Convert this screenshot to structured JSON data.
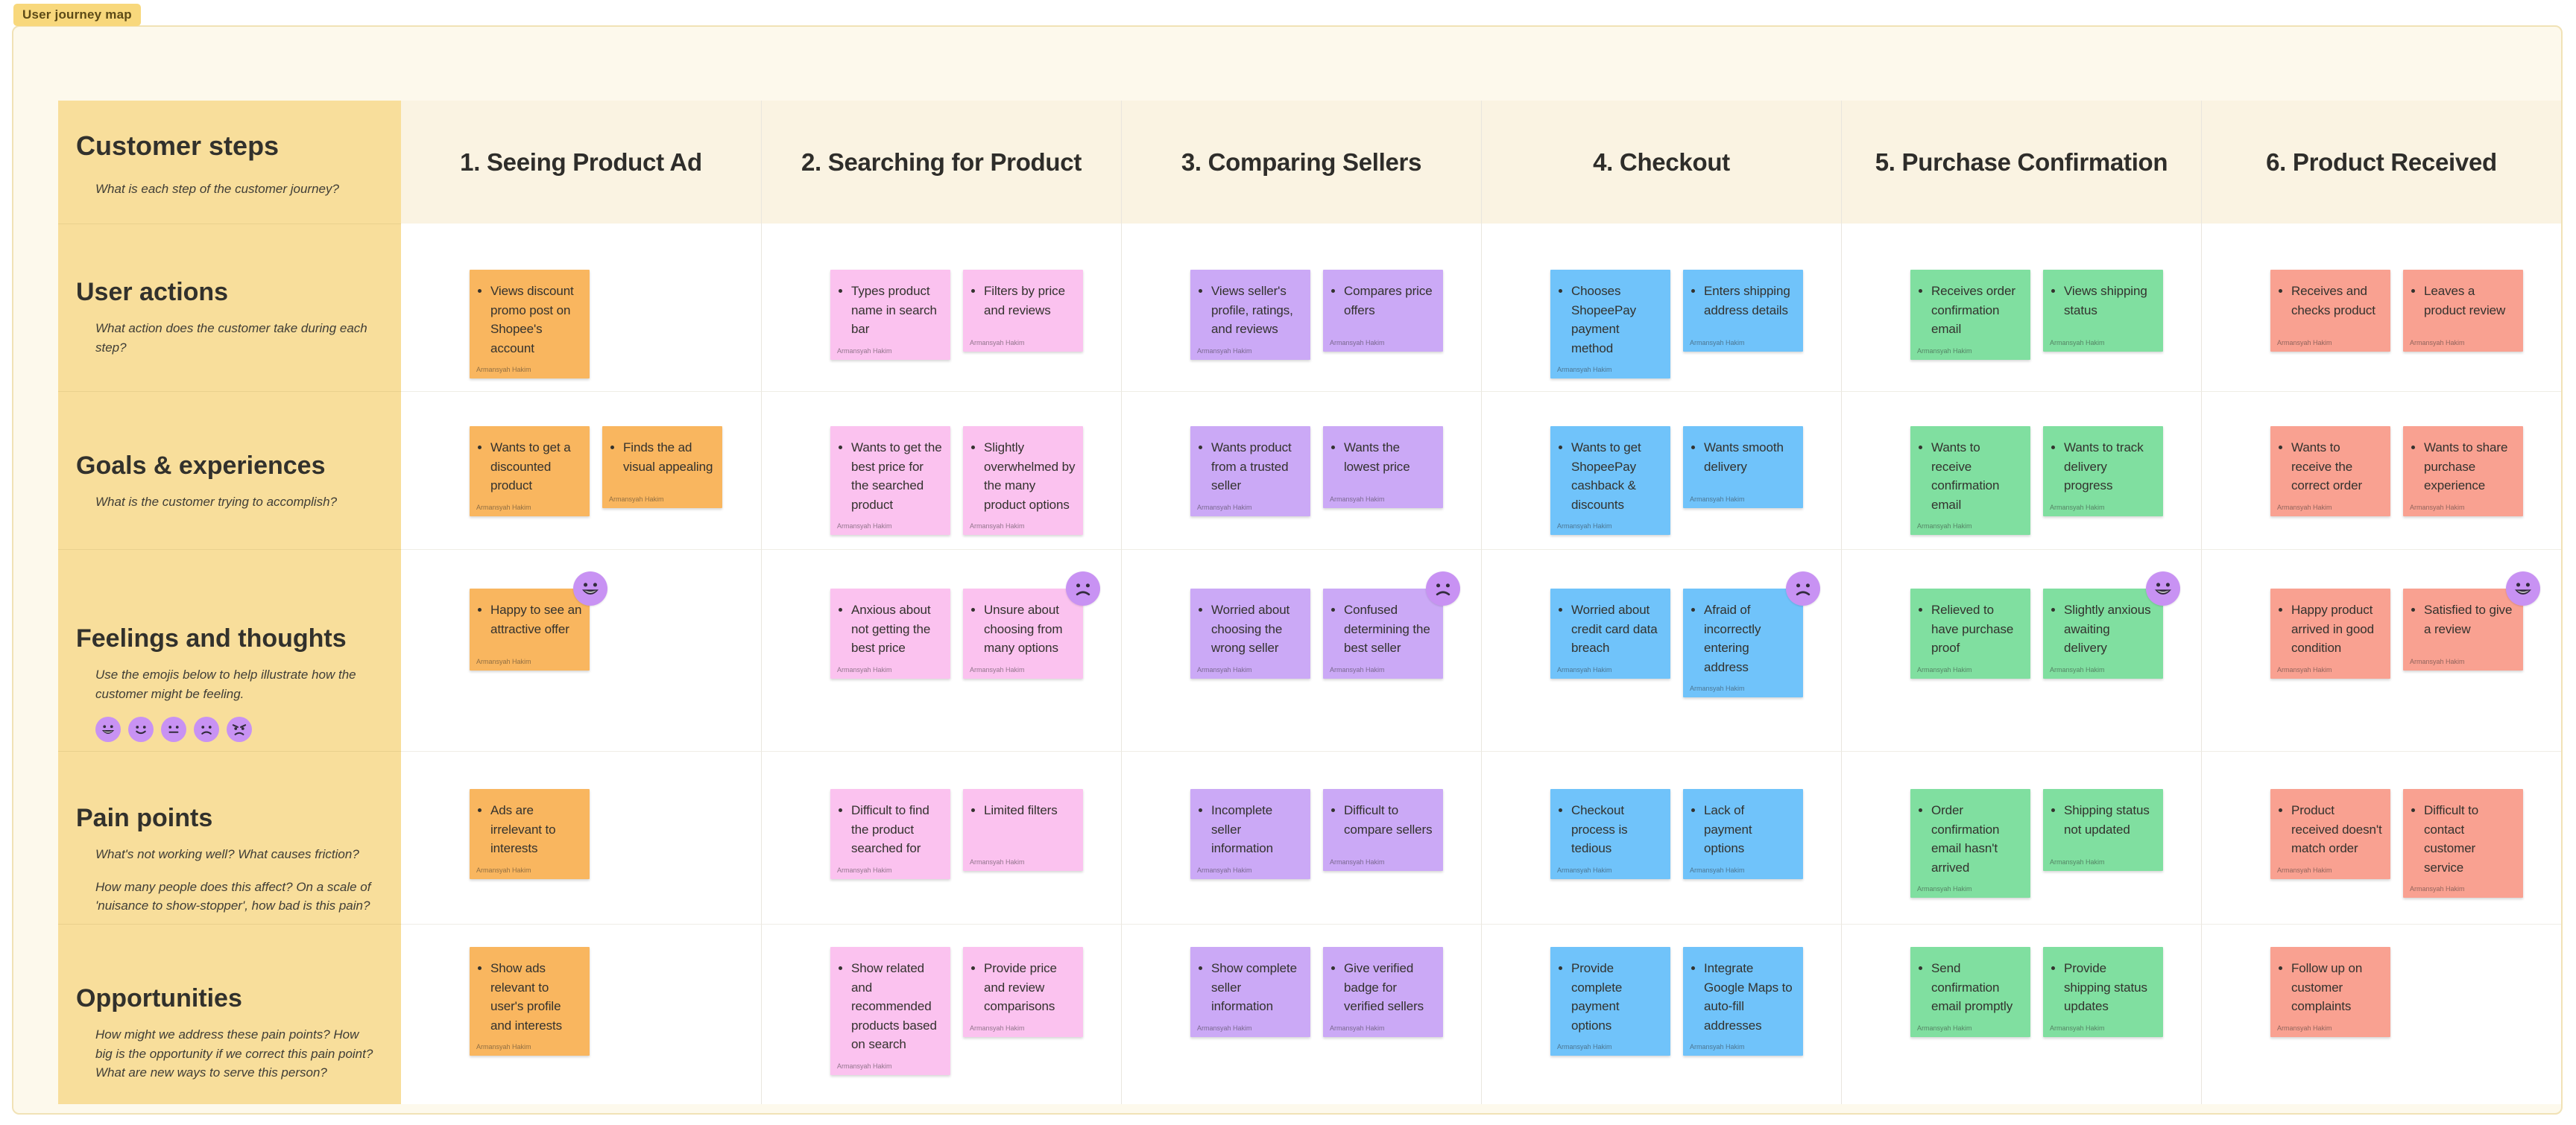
{
  "canvas": {
    "tab_label": "User journey map"
  },
  "colors": {
    "section_bg": "#fdf9ec",
    "section_border": "#f1e2b6",
    "tab_bg": "#f8d87c",
    "header_row_bg": "#faf3e2",
    "row_header_bg": "#f8de9b",
    "emoji_bg": "#c892f3",
    "emoji_features": "#322b3d",
    "sticky_colors": {
      "step1": "#f9b65f",
      "step2": "#fbc2ef",
      "step3": "#cba9f6",
      "step4": "#70c3fa",
      "step5": "#80dfa0",
      "step6": "#f9a191"
    }
  },
  "table": {
    "corner": {
      "title": "Customer steps",
      "subtitle": "What is each step of the customer journey?"
    },
    "columns": [
      {
        "label": "1. Seeing Product Ad",
        "color_key": "step1"
      },
      {
        "label": "2. Searching for Product",
        "color_key": "step2"
      },
      {
        "label": "3. Comparing Sellers",
        "color_key": "step3"
      },
      {
        "label": "4. Checkout",
        "color_key": "step4"
      },
      {
        "label": "5. Purchase Confirmation",
        "color_key": "step5"
      },
      {
        "label": "6. Product Received",
        "color_key": "step6"
      }
    ],
    "sticky_author": "Armansyah Hakim",
    "rows": [
      {
        "key": "user_actions",
        "title": "User actions",
        "subtitles": [
          "What action does the customer take during each step?"
        ],
        "cells": [
          [
            "Views discount promo post on Shopee's account"
          ],
          [
            "Types product name in search bar",
            "Filters by price and reviews"
          ],
          [
            "Views seller's profile, ratings, and reviews",
            "Compares price offers"
          ],
          [
            "Chooses ShopeePay payment method",
            "Enters shipping address details"
          ],
          [
            "Receives order confirmation email",
            "Views shipping status"
          ],
          [
            "Receives and checks product",
            "Leaves a product review"
          ]
        ]
      },
      {
        "key": "goals",
        "title": "Goals & experiences",
        "subtitles": [
          "What is the customer trying to accomplish?"
        ],
        "cells": [
          [
            "Wants to get a discounted product",
            "Finds the ad visual appealing"
          ],
          [
            "Wants to get the best price for the searched product",
            "Slightly overwhelmed by the many product options"
          ],
          [
            "Wants product from a trusted seller",
            "Wants the lowest price"
          ],
          [
            "Wants to get ShopeePay cashback & discounts",
            "Wants smooth delivery"
          ],
          [
            "Wants to receive confirmation email",
            "Wants to track delivery progress"
          ],
          [
            "Wants to receive the correct order",
            "Wants to share purchase experience"
          ]
        ]
      },
      {
        "key": "feelings",
        "title": "Feelings and thoughts",
        "subtitles": [
          "Use the emojis below to help illustrate how the customer might be feeling."
        ],
        "legend_emojis": [
          "grin",
          "smile",
          "neutral",
          "frown",
          "angry"
        ],
        "corner_emojis": [
          "grin",
          "frown",
          "frown",
          "frown",
          "grin",
          "grin"
        ],
        "cells": [
          [
            "Happy to see an attractive offer"
          ],
          [
            "Anxious about not getting the best price",
            "Unsure about choosing from many options"
          ],
          [
            "Worried about choosing the wrong seller",
            "Confused determining the best seller"
          ],
          [
            "Worried about credit card data breach",
            "Afraid of incorrectly entering address"
          ],
          [
            "Relieved to have purchase proof",
            "Slightly anxious awaiting delivery"
          ],
          [
            "Happy product arrived in good condition",
            "Satisfied to give a review"
          ]
        ]
      },
      {
        "key": "pain_points",
        "title": "Pain points",
        "subtitles": [
          "What's not working well? What causes friction?",
          "How many people does this affect? On a scale of 'nuisance to show-stopper', how bad is this pain?"
        ],
        "cells": [
          [
            "Ads are irrelevant to interests"
          ],
          [
            "Difficult to find the product searched for",
            "Limited filters"
          ],
          [
            "Incomplete seller information",
            "Difficult to compare sellers"
          ],
          [
            "Checkout process is tedious",
            "Lack of payment options"
          ],
          [
            "Order confirmation email hasn't arrived",
            "Shipping status not updated"
          ],
          [
            "Product received doesn't match order",
            "Difficult to contact customer service"
          ]
        ]
      },
      {
        "key": "opportunities",
        "title": "Opportunities",
        "subtitles": [
          "How might we address these pain points? How big is the opportunity if we correct this pain point?\nWhat are new ways to serve this person?"
        ],
        "cells": [
          [
            "Show ads relevant to user's profile and interests"
          ],
          [
            "Show related and recommended products based on search",
            "Provide price and review comparisons"
          ],
          [
            "Show complete seller information",
            "Give verified badge for verified sellers"
          ],
          [
            "Provide complete payment options",
            "Integrate Google Maps to auto-fill addresses"
          ],
          [
            "Send confirmation email promptly",
            "Provide shipping status updates"
          ],
          [
            "Follow up on customer complaints"
          ]
        ]
      }
    ]
  }
}
